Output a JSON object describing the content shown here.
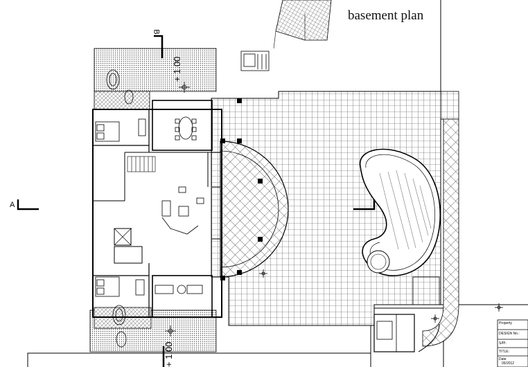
{
  "title": "basement plan",
  "section_marks": {
    "top": "B",
    "left": "A"
  },
  "elevations": {
    "upper": "+ 1.00",
    "lower": "+ 1.00"
  },
  "title_block": {
    "property": "Property",
    "design_no": "DESIGN No.:",
    "spi": "S/PI:",
    "title": "TITLE:",
    "date_label": "Date",
    "date": "05/2012"
  },
  "colors": {
    "line": "#000000",
    "hatch": "#444444",
    "paper": "#ffffff"
  }
}
